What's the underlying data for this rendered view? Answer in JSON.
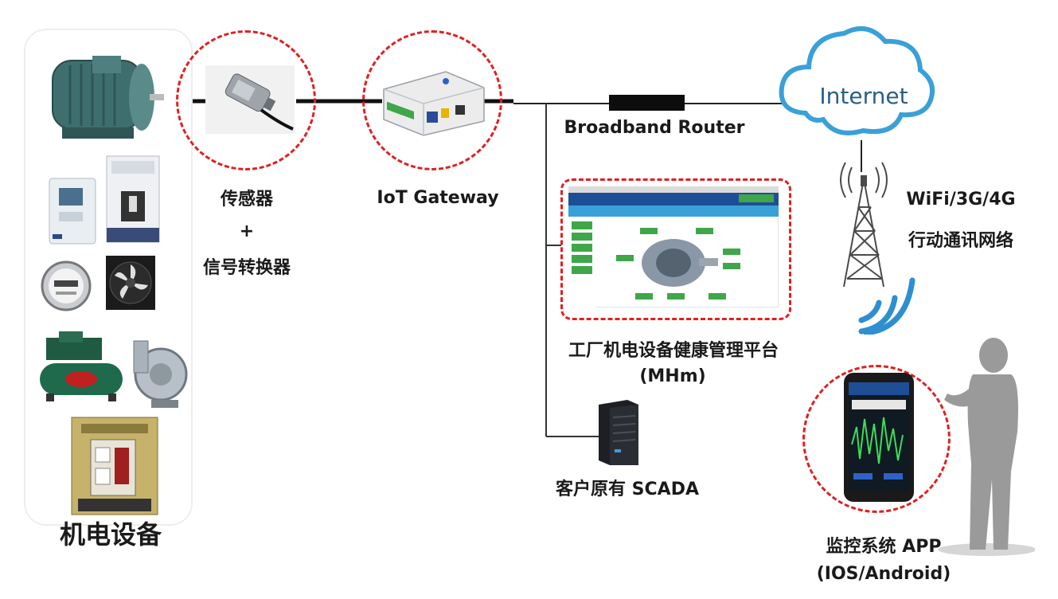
{
  "equipment": {
    "title": "机电设备"
  },
  "sensor": {
    "line1": "传感器",
    "line2": "+",
    "line3": "信号转换器"
  },
  "gateway": {
    "label": "IoT Gateway"
  },
  "router": {
    "label": "Broadband Router"
  },
  "internet": {
    "label": "Internet"
  },
  "platform": {
    "line1": "工厂机电设备健康管理平台",
    "line2": "(MHm)"
  },
  "scada": {
    "label": "客户原有 SCADA"
  },
  "wireless": {
    "line1": "WiFi/3G/4G",
    "line2": "行动通讯网络"
  },
  "app": {
    "line1": "监控系统 APP",
    "line2": "(IOS/Android)"
  },
  "colors": {
    "dashed_ring": "#e02020",
    "link_line": "#111111",
    "cloud_stroke": "#3aa0d8",
    "cloud_text": "#2a5f86",
    "signal_wave": "#2d8fd0"
  }
}
